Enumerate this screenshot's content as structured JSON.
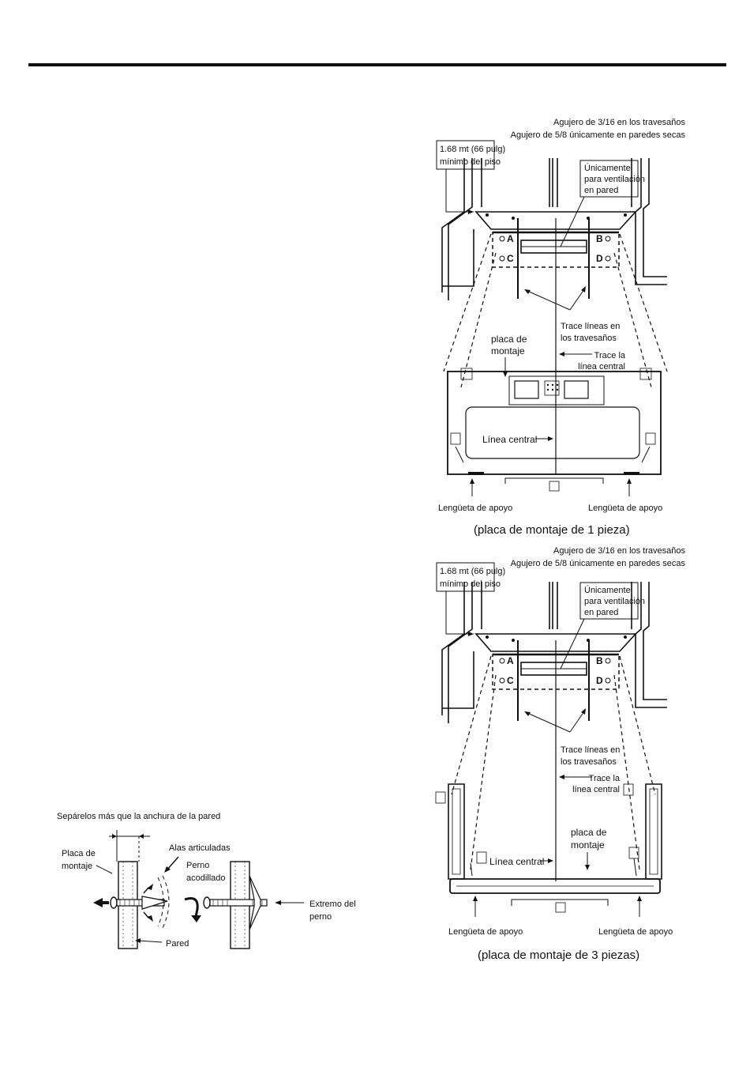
{
  "diagram1": {
    "hole_line1": "Agujero de 3/16 en los travesaños",
    "hole_line2": "Agujero de 5/8 únicamente en paredes secas",
    "height_line1": "1.68 mt (66 pulg)",
    "height_line2": "mínimo del piso",
    "vent_line1": "Únicamente",
    "vent_line2": "para ventilación",
    "vent_line3": "en pared",
    "letters": {
      "a": "A",
      "b": "B",
      "c": "C",
      "d": "D"
    },
    "trace_studs_line1": "Trace líneas en",
    "trace_studs_line2": "los travesaños",
    "plate_line1": "placa de",
    "plate_line2": "montaje",
    "trace_center_line1": "Trace la",
    "trace_center_line2": "línea central",
    "center_line": "Línea central",
    "support_tab_left": "Lengüeta de apoyo",
    "support_tab_right": "Lengüeta de apoyo",
    "caption": "(placa de montaje de 1 pieza)"
  },
  "diagram2": {
    "hole_line1": "Agujero de 3/16 en los travesaños",
    "hole_line2": "Agujero de 5/8 únicamente en paredes secas",
    "height_line1": "1.68 mt (66 pulg)",
    "height_line2": "mínimo del piso",
    "vent_line1": "Únicamente",
    "vent_line2": "para ventilación",
    "vent_line3": "en pared",
    "letters": {
      "a": "A",
      "b": "B",
      "c": "C",
      "d": "D"
    },
    "trace_studs_line1": "Trace líneas en",
    "trace_studs_line2": "los travesaños",
    "trace_center_line1": "Trace la",
    "trace_center_line2": "línea central",
    "plate_line1": "placa de",
    "plate_line2": "montaje",
    "center_line": "Línea central",
    "support_tab_left": "Lengüeta de apoyo",
    "support_tab_right": "Lengüeta de apoyo",
    "caption": "(placa de montaje de 3 piezas)"
  },
  "toggle": {
    "spread_label": "Sepárelos más que la anchura de la pared",
    "plate_line1": "Placa de",
    "plate_line2": "montaje",
    "wings_label": "Alas articuladas",
    "bolt_line1": "Perno",
    "bolt_line2": "acodillado",
    "wall_label": "Pared",
    "end_line1": "Extremo del",
    "end_line2": "perno"
  }
}
